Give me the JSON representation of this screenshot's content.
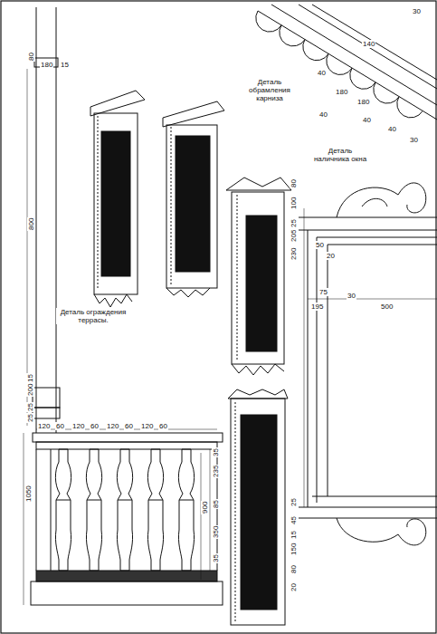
{
  "diagram": {
    "labels": [
      "80",
      "180",
      "15",
      "800",
      "Деталь ограждения террасы.",
      "200",
      "15",
      "25",
      "25",
      "120",
      "60",
      "120",
      "60",
      "120",
      "60",
      "120",
      "60",
      "1050",
      "35",
      "235",
      "85",
      "350",
      "35",
      "900",
      "Деталь обрамления карниза",
      "140",
      "30",
      "40",
      "180",
      "180",
      "40",
      "40",
      "40",
      "30",
      "Деталь наличника окна",
      "80",
      "100",
      "25",
      "205",
      "230",
      "50",
      "20",
      "75",
      "30",
      "195",
      "500",
      "25",
      "45",
      "15",
      "150",
      "80",
      "20"
    ]
  }
}
